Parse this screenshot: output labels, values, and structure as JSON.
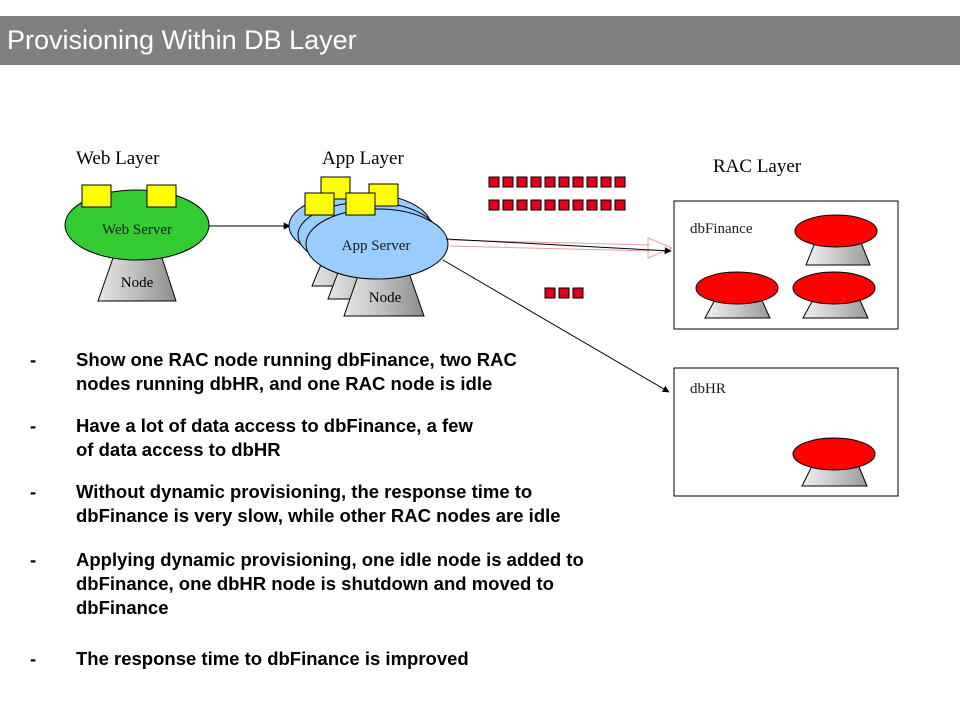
{
  "title": "Provisioning Within DB Layer",
  "diagram": {
    "web_layer_label": "Web Layer",
    "app_layer_label": "App Layer",
    "rac_layer_label": "RAC Layer",
    "web_server_label": "Web Server",
    "web_node_label": "Node",
    "app_server_label": "App Server",
    "app_node_label": "Node",
    "db_finance_label": "dbFinance",
    "db_hr_label": "dbHR",
    "colors": {
      "web_server": "#33cc33",
      "app_server": "#99ccff",
      "rac_node": "#ff0000",
      "folder": "#ffff00",
      "node_base": "#a6a6a6"
    }
  },
  "bullets": [
    {
      "dash": "-",
      "lines": [
        "Show one RAC node running dbFinance, two RAC",
        "nodes running dbHR, and one RAC node is idle"
      ]
    },
    {
      "dash": "-",
      "lines": [
        "Have a lot of data access to dbFinance, a few",
        "of data access to dbHR"
      ]
    },
    {
      "dash": "-",
      "lines": [
        "Without dynamic provisioning, the response time to",
        "dbFinance is very slow, while other RAC nodes are idle"
      ]
    },
    {
      "dash": "-",
      "lines": [
        "Applying dynamic provisioning, one idle node is added to",
        "dbFinance, one dbHR node is shutdown and moved to",
        "dbFinance"
      ]
    },
    {
      "dash": "-",
      "lines": [
        "The response time to dbFinance is improved"
      ]
    }
  ]
}
